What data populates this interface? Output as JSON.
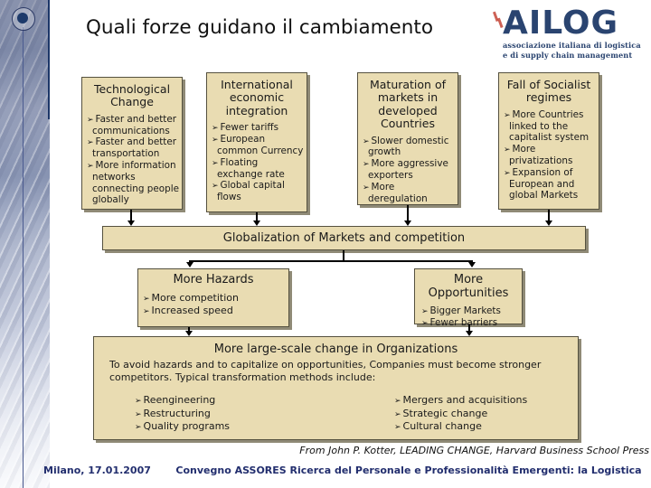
{
  "slide": {
    "title": "Quali forze guidano il cambiamento"
  },
  "logo": {
    "wordmark": "AILOG",
    "tagline_line1": "associazione italiana di logistica",
    "tagline_line2": "e di supply chain management"
  },
  "bullet_glyph": "➢",
  "forces": [
    {
      "title": "Technological Change",
      "bullets": [
        "Faster and better communications",
        "Faster and better transportation",
        "More information networks connecting people globally"
      ]
    },
    {
      "title": "International economic integration",
      "bullets": [
        "Fewer tariffs",
        "European common Currency",
        "Floating exchange rate",
        "Global capital flows"
      ]
    },
    {
      "title": "Maturation of markets in developed Countries",
      "bullets": [
        "Slower domestic growth",
        "More aggressive exporters",
        "More deregulation"
      ]
    },
    {
      "title": "Fall of Socialist regimes",
      "bullets": [
        "More Countries linked to the capitalist system",
        "More privatizations",
        "Expansion of European and global Markets"
      ]
    }
  ],
  "globalization_bar": {
    "label": "Globalization of Markets and competition"
  },
  "hazards": {
    "title": "More Hazards",
    "bullets": [
      "More competition",
      "Increased speed"
    ]
  },
  "opportunities": {
    "title": "More Opportunities",
    "bullets": [
      "Bigger Markets",
      "Fewer barriers"
    ]
  },
  "change_box": {
    "title": "More large-scale change in Organizations",
    "paragraph": "To avoid hazards and to capitalize on opportunities, Companies must become stronger competitors. Typical transformation methods include:",
    "left_bullets": [
      "Reengineering",
      "Restructuring",
      "Quality programs"
    ],
    "right_bullets": [
      "Mergers and acquisitions",
      "Strategic change",
      "Cultural change"
    ]
  },
  "source": {
    "text": "From John P. Kotter, LEADING CHANGE, Harvard Business School Press"
  },
  "footer": {
    "date": "Milano, 17.01.2007",
    "event": "Convegno ASSORES Ricerca del Personale e Professionalità Emergenti: la Logistica"
  },
  "colors": {
    "box_fill": "#e9dcb2",
    "box_border": "#55513f",
    "box_shadow": "#8f8a76",
    "navy": "#2a4470",
    "accent_red": "#c0392b"
  }
}
